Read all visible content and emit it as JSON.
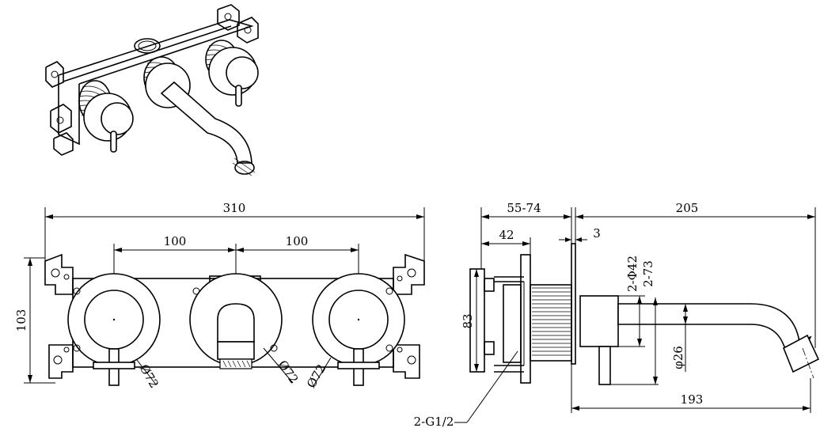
{
  "dimensions": {
    "overall_width": "310",
    "handle_spacing_left": "100",
    "handle_spacing_right": "100",
    "overall_height": "103",
    "diameter_left": "Ø72",
    "diameter_center": "Ø72",
    "diameter_right": "Ø72",
    "depth_range": "55-74",
    "depth_body": "42",
    "plate_thickness": "3",
    "spout_projection": "205",
    "spout_reach": "193",
    "body_height": "83",
    "thread_diameter": "2-Φ42",
    "thread_diameter_2": "2-73",
    "spout_diameter": "φ26",
    "inlet_thread": "2-G1/2"
  }
}
